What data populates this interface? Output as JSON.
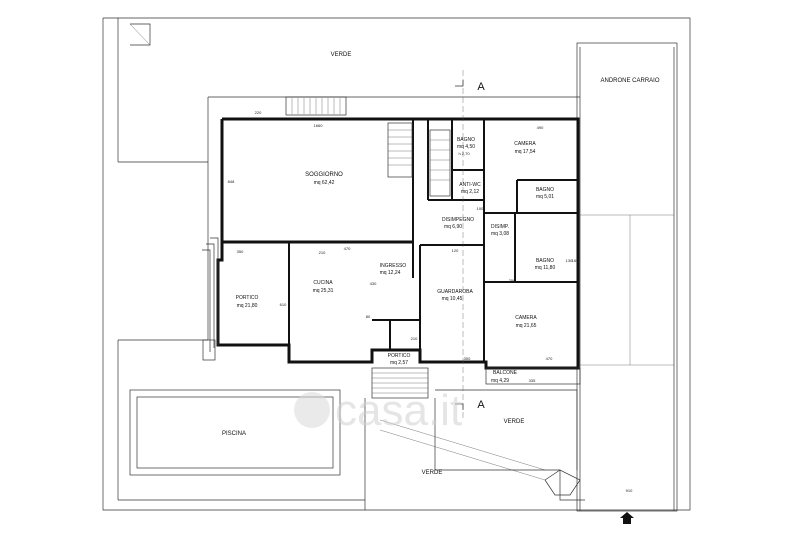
{
  "areas": {
    "verde_top": "VERDE",
    "verde_right": "VERDE",
    "verde_bottom": "VERDE",
    "androne": "ANDRONE CARRAIO",
    "piscina": "PISCINA"
  },
  "rooms": {
    "soggiorno": {
      "name": "SOGGIORNO",
      "area": "mq 62,42"
    },
    "bagno1": {
      "name": "BAGNO",
      "area": "mq 4,50",
      "note": "h 2,70"
    },
    "antiwc": {
      "name": "ANTI-WC",
      "area": "mq 2,12"
    },
    "camera1": {
      "name": "CAMERA",
      "area": "mq 17,54"
    },
    "bagno2": {
      "name": "BAGNO",
      "area": "mq 5,01"
    },
    "disimpegno": {
      "name": "DISIMPEGNO",
      "area": "mq 6,90"
    },
    "disimp": {
      "name": "DISIMP.",
      "area": "mq 3,08"
    },
    "ingresso": {
      "name": "INGRESSO",
      "area": "mq 12,24"
    },
    "cucina": {
      "name": "CUCINA",
      "area": "mq 25,31"
    },
    "portico1": {
      "name": "PORTICO",
      "area": "mq 21,80"
    },
    "guardaroba": {
      "name": "GUARDAROBA",
      "area": "mq 10,45"
    },
    "bagno3": {
      "name": "BAGNO",
      "area": "mq 11,80"
    },
    "camera2": {
      "name": "CAMERA",
      "area": "mq 21,65"
    },
    "portico2": {
      "name": "PORTICO",
      "area": "mq 2,57"
    },
    "balcone": {
      "name": "BALCONE",
      "area": "mq 4,29"
    }
  },
  "section_markers": {
    "top": "A",
    "bottom": "A"
  },
  "dimensions": {
    "d1": "1660",
    "d2": "490",
    "d3": "848",
    "d4": "350",
    "d5": "470",
    "d6": "430",
    "d7": "300",
    "d8": "470",
    "d9": "335",
    "d10": "220",
    "d11": "210",
    "d12": "120",
    "d13": "100",
    "d14": "80",
    "d15": "210",
    "d16": "610",
    "d17": "250",
    "d18": "160",
    "d19": "130",
    "d20": "910"
  },
  "watermark": "casa.it"
}
